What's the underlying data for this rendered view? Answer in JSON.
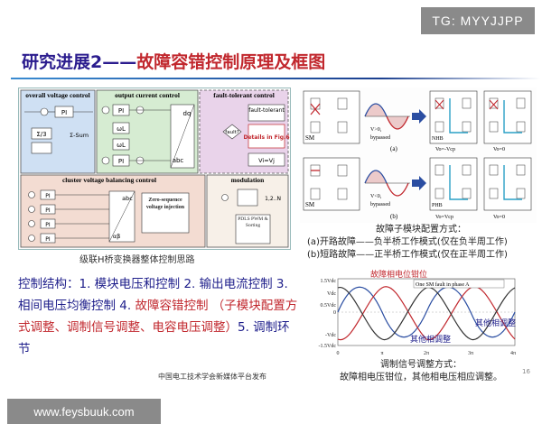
{
  "watermark_top": "TG: MYYJJPP",
  "watermark_bottom": "www.feysbuuk.com",
  "title": {
    "part1": "研究进展2——",
    "part2": "故障容错控制原理及框图"
  },
  "diagram": {
    "caption": "级联H桥变换器整体控制思路",
    "blocks": {
      "voltage": "overall voltage control",
      "current": "output current control",
      "fault": "fault-tolerant control",
      "balance": "cluster voltage balancing control",
      "modulation": "modulation"
    },
    "labels": {
      "pi": "PI",
      "sigma3": "Σ/3",
      "sum": "Σ-Sum",
      "omegaL": "ωL",
      "dq": "dq",
      "abc": "abc",
      "alphabeta": "αβ",
      "zero_seq": "Zero-sequence voltage injection",
      "fault_q": "fault?",
      "fault_tol": "fault-tolerant",
      "details": "Details in Fig.6",
      "vi_vj": "Vi=Vj",
      "pdls": "PDLS PWM & Sorting",
      "n_label": "1,2..N"
    }
  },
  "fault_panel": {
    "labels": {
      "a": "(a)",
      "b": "(b)",
      "sm": "SM",
      "bypassed": "bypassed",
      "nhb": "NHB",
      "phb": "PHB",
      "vgt0": "V>0,",
      "vlt0": "V<0,",
      "eq_neg": "Vo=-Vcp",
      "eq_pos": "Vo=Vcp",
      "eq_zero": "Vo=0"
    },
    "caption": {
      "title": "故障子模块配置方式：",
      "line1": "(a)开路故障——负半桥工作模式(仅在负半周工作)",
      "line2": "(b)短路故障——正半桥工作模式(仅在正半周工作)"
    }
  },
  "mod_panel": {
    "annot_top": "故障相电位钳位",
    "annot_legend": "One SM fault in phase A",
    "annot_right": "其他相调整",
    "annot_bottom": "其他相调整",
    "y_ticks": [
      "1.5Vdc",
      "Vdc",
      "0.5Vdc",
      "0",
      "-Vdc",
      "-1.5Vdc"
    ],
    "x_ticks": [
      "0",
      "π",
      "2π",
      "3π",
      "4π"
    ],
    "caption_title": "调制信号调整方式：",
    "caption_body": "故障相电压钳位，其他相电压相应调整。"
  },
  "body_text": {
    "seg1": "控制结构：1. 模块电压和控制 2. 输出电流控制 3.相间电压均衡控制 4. ",
    "seg2": "故障容错控制 （子模块配置方式调整、调制信号调整、电容电压调整）",
    "seg3": "5. 调制环节"
  },
  "source": "中国电工技术学会新媒体平台发布",
  "page_number": "16",
  "colors": {
    "title_blue": "#2b1c8e",
    "title_red": "#c1272d",
    "text_blue": "#1d1d8a",
    "voltage_bg": "#cfe0f3",
    "current_bg": "#d6ecd2",
    "fault_bg": "#e9d3ea",
    "balance_bg": "#f3dcd2",
    "wave_a": "#2b4ea2",
    "wave_b": "#c1272d",
    "wave_c": "#333333"
  }
}
